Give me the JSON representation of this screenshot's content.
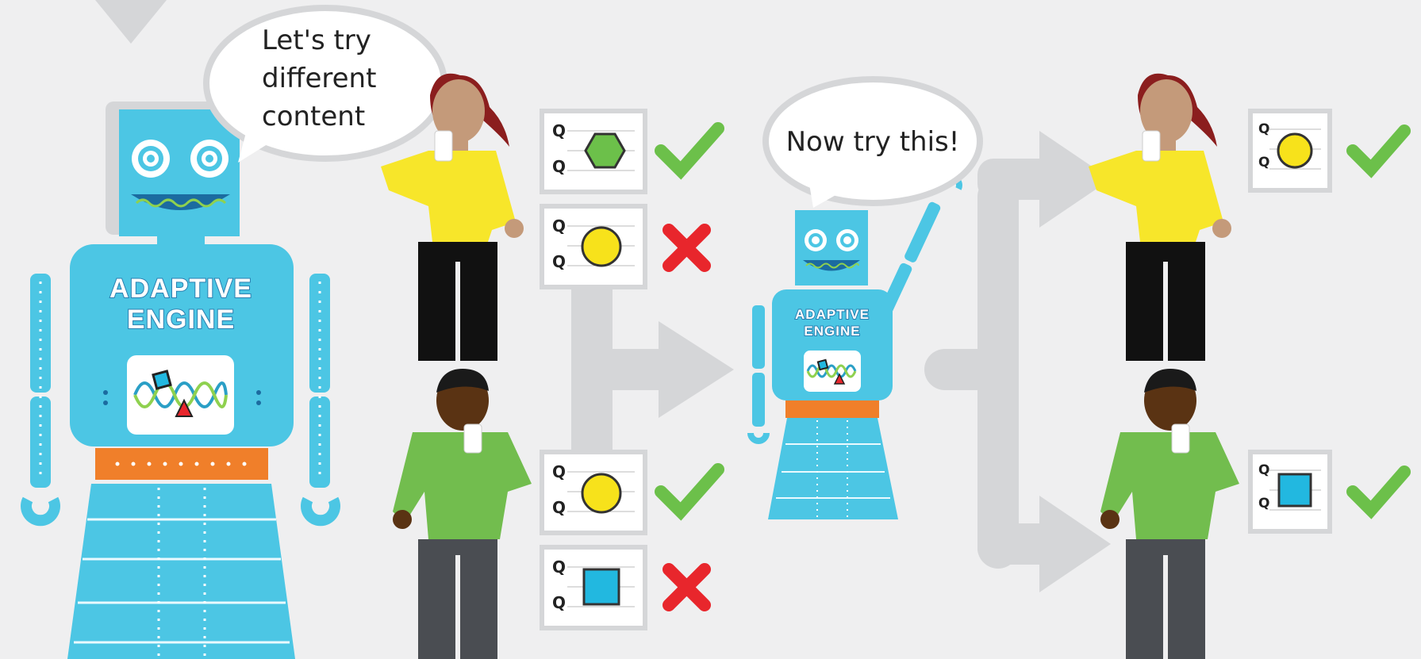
{
  "bubble_left": {
    "lines": [
      "Let's try",
      "different",
      "content"
    ]
  },
  "bubble_right": {
    "text": "Now try this!"
  },
  "robot_large": {
    "title_line1": "ADAPTIVE",
    "title_line2": "ENGINE"
  },
  "robot_small": {
    "title_line1": "ADAPTIVE",
    "title_line2": "ENGINE"
  },
  "quiz_label": "Q",
  "colors": {
    "background": "#efeff0",
    "robot": "#4cc6e4",
    "robot_dark": "#2a9fc6",
    "belt": "#f07f2a",
    "arrow": "#d5d6d8",
    "check": "#6cc04a",
    "cross": "#e8262c",
    "shape_yellow": "#f7e21b",
    "shape_green": "#6cc04a",
    "shape_blue": "#22b8e0",
    "shirt_yellow": "#f7e62a",
    "shirt_green": "#72bd4e"
  }
}
